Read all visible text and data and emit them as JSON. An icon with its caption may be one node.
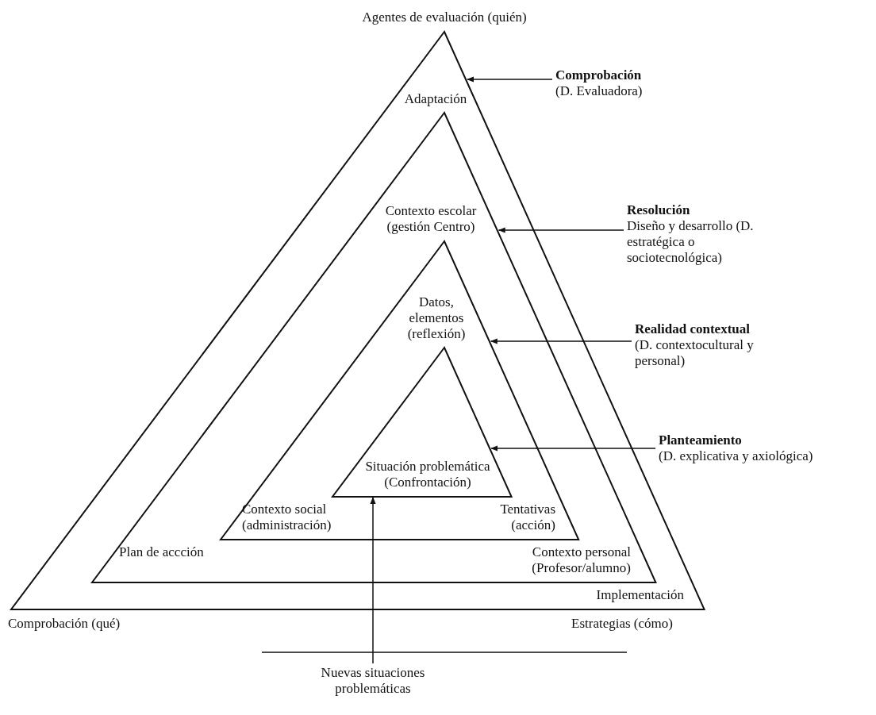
{
  "diagram": {
    "nodes": [
      {
        "text": [
          "Agentes de evaluación (quién)",
          "Adaptación",
          "Implementación",
          "Comprobación (qué)",
          "Estrategias (cómo)"
        ]
      },
      {
        "text": [
          "Contexto escolar (gestión Centro)",
          "Plan de accción",
          "Contexto personal (Profesor/alumno)"
        ],
        "in": 0
      },
      {
        "text": [
          "Datos, elementos (reflexión)",
          "Contexto social (administración)",
          "Tentativas (acción)"
        ],
        "in": 1
      },
      {
        "text": [
          "Situación problemática (Confrontación)"
        ],
        "in": 2
      },
      {
        "text": [
          "Comprobación",
          "(D. Evaluadora)"
        ]
      },
      {
        "text": [
          "Resolución",
          "Diseño y desarrollo (D. estratégica o sociotecnológica)"
        ]
      },
      {
        "text": [
          "Realidad contextual",
          "(D. contextocultural y personal)"
        ]
      },
      {
        "text": [
          "Planteamiento",
          "(D. explicativa y axiológica)"
        ]
      },
      {
        "text": [
          "Nuevas situaciones problemáticas"
        ]
      }
    ],
    "edges": [
      {
        "from": 4,
        "to": 0,
        "arrow": "to"
      },
      {
        "from": 5,
        "to": 1,
        "arrow": "to"
      },
      {
        "from": 6,
        "to": 2,
        "arrow": "to"
      },
      {
        "from": 7,
        "to": 3,
        "arrow": "to"
      },
      {
        "from": 8,
        "to": 3,
        "arrow": "to"
      }
    ]
  }
}
